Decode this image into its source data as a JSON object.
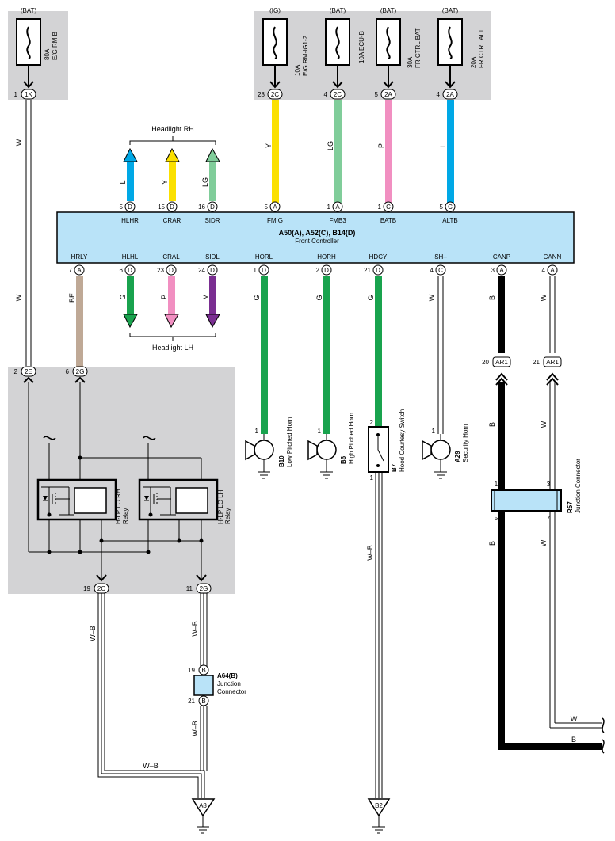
{
  "colors": {
    "panel": "#d3d3d5",
    "controller": "#b9e3f8",
    "yellow": "#fbe000",
    "lightgreen": "#80cd9a",
    "pink": "#f18fc1",
    "blue": "#00a8e6",
    "green": "#19a34e",
    "violet": "#7a2e91",
    "tan": "#bfa996",
    "black": "#000000"
  },
  "top_fuses": {
    "f80": {
      "source": "(BAT)",
      "label1": "80A",
      "label2": "E/G RM B",
      "pin": "1",
      "conn": "1K"
    },
    "f_ig": {
      "source": "(IG)",
      "label1": "10A",
      "label2": "E/G RM-IG1-2",
      "pin": "28",
      "conn": "2C"
    },
    "f_ecu": {
      "source": "(BAT)",
      "label1": "10A ECU-B",
      "pin": "4",
      "conn": "2C"
    },
    "f_bat": {
      "source": "(BAT)",
      "label1": "30A",
      "label2": "FR CTRL BAT",
      "pin": "5",
      "conn": "2A"
    },
    "f_alt": {
      "source": "(BAT)",
      "label1": "20A",
      "label2": "FR CTRL ALT",
      "pin": "4",
      "conn": "2A"
    }
  },
  "controller": {
    "title": "A50(A), A52(C), B14(D)",
    "subtitle": "Front Controller",
    "top_pins": [
      {
        "pin": "5",
        "conn": "D",
        "name": "HLHR"
      },
      {
        "pin": "15",
        "conn": "D",
        "name": "CRAR"
      },
      {
        "pin": "16",
        "conn": "D",
        "name": "SIDR"
      },
      {
        "pin": "5",
        "conn": "A",
        "name": "FMIG"
      },
      {
        "pin": "1",
        "conn": "A",
        "name": "FMB3"
      },
      {
        "pin": "1",
        "conn": "C",
        "name": "BATB"
      },
      {
        "pin": "5",
        "conn": "C",
        "name": "ALTB"
      }
    ],
    "bottom_pins": [
      {
        "pin": "7",
        "conn": "A",
        "name": "HRLY"
      },
      {
        "pin": "6",
        "conn": "D",
        "name": "HLHL"
      },
      {
        "pin": "23",
        "conn": "D",
        "name": "CRAL"
      },
      {
        "pin": "24",
        "conn": "D",
        "name": "SIDL"
      },
      {
        "pin": "1",
        "conn": "D",
        "name": "HORL"
      },
      {
        "pin": "2",
        "conn": "D",
        "name": "HORH"
      },
      {
        "pin": "21",
        "conn": "D",
        "name": "HDCY"
      },
      {
        "pin": "4",
        "conn": "C",
        "name": "SH–"
      },
      {
        "pin": "3",
        "conn": "A",
        "name": "CANP"
      },
      {
        "pin": "4",
        "conn": "A",
        "name": "CANN"
      }
    ]
  },
  "headlight_rh": "Headlight RH",
  "headlight_lh": "Headlight LH",
  "wire_colors": {
    "w": "W",
    "y": "Y",
    "lg": "LG",
    "p": "P",
    "l": "L",
    "g": "G",
    "v": "V",
    "be": "BE",
    "b": "B",
    "wb": "W–B"
  },
  "relay_box": {
    "pin_2e": "2",
    "conn_2e": "2E",
    "pin_2g": "6",
    "conn_2g": "2G",
    "relay_rh": "H-LP LO RH",
    "relay_rh_2": "Relay",
    "relay_lh": "H-LP LO LH",
    "relay_lh_2": "Relay",
    "pin_2c": "19",
    "conn_2c": "2C",
    "pin_2g_b": "11",
    "conn_2g_b": "2G"
  },
  "horns": {
    "b10_id": "B10",
    "b10_name": "Low Pitched Horn",
    "b6_id": "B6",
    "b6_name": "High Pitched Horn",
    "b7_id": "B7",
    "b7_name": "Hood Courtesy Switch",
    "a29_id": "A29",
    "a29_name": "Security Horn",
    "pin1": "1",
    "pin2": "2"
  },
  "ar1": {
    "pin20": "20",
    "pin21": "21",
    "name": "AR1"
  },
  "r57": {
    "id": "R57",
    "name": "Junction Connector",
    "p1": "1",
    "p3": "3",
    "p5": "5",
    "p7": "7"
  },
  "a64": {
    "id": "A64(B)",
    "name1": "Junction",
    "name2": "Connector",
    "p19": "19",
    "p21": "21",
    "conn": "B"
  },
  "grounds": {
    "a8": "A8",
    "b2": "B2"
  }
}
